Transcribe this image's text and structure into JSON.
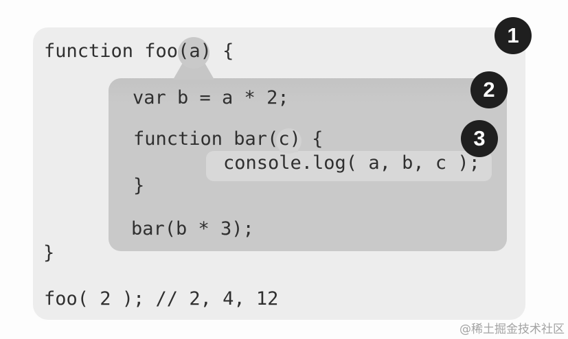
{
  "figure": {
    "description": "Nested scope bubbles diagram for JavaScript lexical scope",
    "code": {
      "lines": [
        {
          "text": "function foo(a) {"
        },
        {
          "text": "var b = a * 2;"
        },
        {
          "text": "function bar(c) {"
        },
        {
          "text": "console.log( a, b, c );"
        },
        {
          "text": "}"
        },
        {
          "text": "bar(b * 3);"
        },
        {
          "text": "}"
        },
        {
          "text": "foo( 2 ); // 2, 4, 12"
        }
      ]
    },
    "badges": [
      {
        "label": "1"
      },
      {
        "label": "2"
      },
      {
        "label": "3"
      }
    ],
    "colors": {
      "background": "#fdfdfd",
      "scope1_fill": "#ededed",
      "scope2_fill": "#c9c9c9",
      "scope3_fill": "#d8d8d8",
      "code_text": "#2f2f2f",
      "badge_fill": "#1f1f1f",
      "badge_text": "#ffffff",
      "watermark_text": "#a3a3a3"
    }
  },
  "watermark": {
    "text": "@稀土掘金技术社区"
  }
}
